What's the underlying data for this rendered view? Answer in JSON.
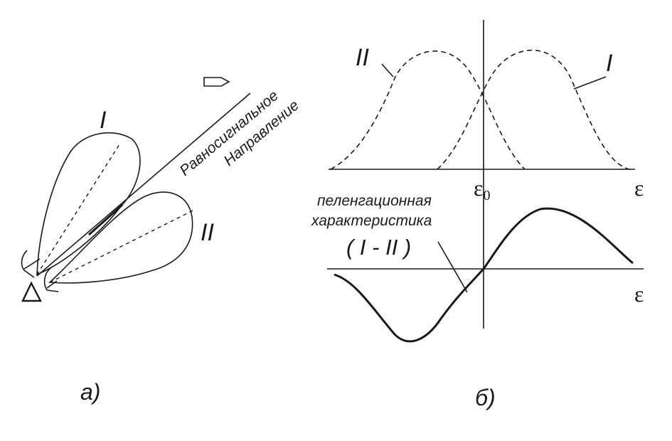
{
  "panel_a": {
    "lobe_i_label": "I",
    "lobe_ii_label": "II",
    "equisignal_line1": "Равносигнальное",
    "equisignal_line2": "Направление",
    "caption": "а)"
  },
  "panel_b": {
    "curve_ii_label": "II",
    "curve_i_label": "I",
    "epsilon_zero_base": "ε",
    "epsilon_zero_sub": "0",
    "axis_top_label": "ε",
    "axis_bottom_label": "ε",
    "characteristic_line1": "пеленгационная",
    "characteristic_line2": "характеристика",
    "characteristic_line3": "( I - II )",
    "caption": "б)"
  }
}
